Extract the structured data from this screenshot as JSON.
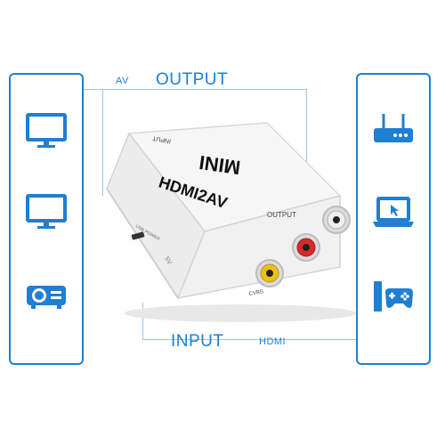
{
  "labels": {
    "av": "AV",
    "output_top": "OUTPUT",
    "input_bottom": "INPUT",
    "hdmi": "HDMI"
  },
  "device": {
    "brand": "MINI",
    "model": "HDMI2AV",
    "port_top_label": "INPUT",
    "port_output_label": "OUTPUT",
    "port_cvbs_label": "CVBS",
    "usb_label": "USB POWER",
    "side_mark": "5V"
  },
  "left_panel": {
    "icons": [
      "monitor-icon",
      "monitor-icon",
      "projector-icon"
    ]
  },
  "right_panel": {
    "icons": [
      "router-icon",
      "laptop-icon",
      "game-console-icon"
    ]
  },
  "colors": {
    "accent": "#1e7fd3",
    "connector": "#9cc6ea",
    "device_body": "#f4f4f4",
    "rca_yellow": "#e8c21a",
    "rca_red": "#d62a2a",
    "rca_white": "#f0f0f0"
  }
}
